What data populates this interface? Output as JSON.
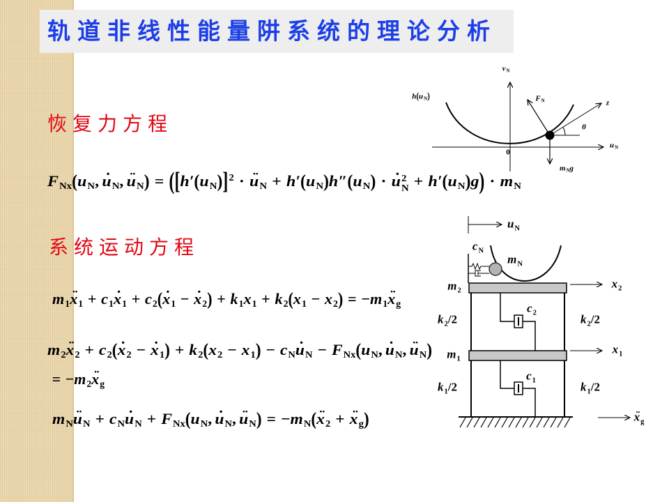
{
  "title": "轨道非线性能量阱系统的理论分析",
  "headings": {
    "restoring_force": "恢复力方程",
    "motion": "系统运动方程"
  },
  "colors": {
    "title": "#1c3ee6",
    "heading": "#e30613",
    "strip": "#e9d5a9",
    "title_bg": "#eeeeee"
  },
  "equations": {
    "restoring_force": [
      {
        "b": "F",
        "s": "Nx"
      },
      {
        "o": "("
      },
      {
        "b": "u",
        "s": "N"
      },
      {
        "o": ","
      },
      {
        "b": "u",
        "a": "˙",
        "s": "N"
      },
      {
        "o": ","
      },
      {
        "b": "u",
        "a": "¨",
        "s": "N"
      },
      {
        "o": ")"
      },
      {
        "o": "="
      },
      {
        "o": "("
      },
      {
        "o": "["
      },
      {
        "b": "h′"
      },
      {
        "o": "("
      },
      {
        "b": "u",
        "s": "N"
      },
      {
        "o": ")"
      },
      {
        "o": "]",
        "p": "2"
      },
      {
        "o": "·"
      },
      {
        "b": "u",
        "a": "¨",
        "s": "N"
      },
      {
        "o": "+"
      },
      {
        "b": "h′"
      },
      {
        "o": "("
      },
      {
        "b": "u",
        "s": "N"
      },
      {
        "o": ")"
      },
      {
        "b": "h″"
      },
      {
        "o": "("
      },
      {
        "b": "u",
        "s": "N"
      },
      {
        "o": ")"
      },
      {
        "o": "·"
      },
      {
        "b": "u",
        "a": "˙",
        "s": "N",
        "p": "2"
      },
      {
        "o": "+"
      },
      {
        "b": "h′"
      },
      {
        "o": "("
      },
      {
        "b": "u",
        "s": "N"
      },
      {
        "o": ")"
      },
      {
        "b": "g"
      },
      {
        "o": ")"
      },
      {
        "o": "·"
      },
      {
        "b": "m",
        "s": "N"
      }
    ],
    "motion_structure_1": [
      {
        "b": "m",
        "s": "1"
      },
      {
        "b": "x",
        "a": "¨",
        "s": "1"
      },
      {
        "o": "+"
      },
      {
        "b": "c",
        "s": "1"
      },
      {
        "b": "x",
        "a": "˙",
        "s": "1"
      },
      {
        "o": "+"
      },
      {
        "b": "c",
        "s": "2"
      },
      {
        "o": "("
      },
      {
        "b": "x",
        "a": "˙",
        "s": "1"
      },
      {
        "o": "−"
      },
      {
        "b": "x",
        "a": "˙",
        "s": "2"
      },
      {
        "o": ")"
      },
      {
        "o": "+"
      },
      {
        "b": "k",
        "s": "1"
      },
      {
        "b": "x",
        "s": "1"
      },
      {
        "o": "+"
      },
      {
        "b": "k",
        "s": "2"
      },
      {
        "o": "("
      },
      {
        "b": "x",
        "s": "1"
      },
      {
        "o": "−"
      },
      {
        "b": "x",
        "s": "2"
      },
      {
        "o": ")"
      },
      {
        "o": "="
      },
      {
        "o": "−"
      },
      {
        "b": "m",
        "s": "1"
      },
      {
        "b": "x",
        "a": "¨",
        "s": "g"
      }
    ],
    "motion_structure_2_line1": [
      {
        "b": "m",
        "s": "2"
      },
      {
        "b": "x",
        "a": "¨",
        "s": "2"
      },
      {
        "o": "+"
      },
      {
        "b": "c",
        "s": "2"
      },
      {
        "o": "("
      },
      {
        "b": "x",
        "a": "˙",
        "s": "2"
      },
      {
        "o": "−"
      },
      {
        "b": "x",
        "a": "˙",
        "s": "1"
      },
      {
        "o": ")"
      },
      {
        "o": "+"
      },
      {
        "b": "k",
        "s": "2"
      },
      {
        "o": "("
      },
      {
        "b": "x",
        "s": "2"
      },
      {
        "o": "−"
      },
      {
        "b": "x",
        "s": "1"
      },
      {
        "o": ")"
      },
      {
        "o": "−"
      },
      {
        "b": "c",
        "s": "N"
      },
      {
        "b": "u",
        "a": "˙",
        "s": "N"
      },
      {
        "o": "−"
      },
      {
        "b": "F",
        "s": "Nx"
      },
      {
        "o": "("
      },
      {
        "b": "u",
        "s": "N"
      },
      {
        "o": ","
      },
      {
        "b": "u",
        "a": "˙",
        "s": "N"
      },
      {
        "o": ","
      },
      {
        "b": "u",
        "a": "¨",
        "s": "N"
      },
      {
        "o": ")"
      }
    ],
    "motion_structure_2_line2": [
      {
        "o": "="
      },
      {
        "o": "−"
      },
      {
        "b": "m",
        "s": "2"
      },
      {
        "b": "x",
        "a": "¨",
        "s": "g"
      }
    ],
    "motion_track": [
      {
        "b": "m",
        "s": "N"
      },
      {
        "b": "u",
        "a": "¨",
        "s": "N"
      },
      {
        "o": "+"
      },
      {
        "b": "c",
        "s": "N"
      },
      {
        "b": "u",
        "a": "˙",
        "s": "N"
      },
      {
        "o": "+"
      },
      {
        "b": "F",
        "s": "Nx"
      },
      {
        "o": "("
      },
      {
        "b": "u",
        "s": "N"
      },
      {
        "o": ","
      },
      {
        "b": "u",
        "a": "˙",
        "s": "N"
      },
      {
        "o": ","
      },
      {
        "b": "u",
        "a": "¨",
        "s": "N"
      },
      {
        "o": ")"
      },
      {
        "o": "="
      },
      {
        "o": "−"
      },
      {
        "b": "m",
        "s": "N"
      },
      {
        "o": "("
      },
      {
        "b": "x",
        "a": "¨",
        "s": "2"
      },
      {
        "o": "+"
      },
      {
        "b": "x",
        "a": "¨",
        "s": "g"
      },
      {
        "o": ")"
      }
    ]
  },
  "track_diagram": {
    "v_axis": [
      {
        "b": "v",
        "s": "N"
      }
    ],
    "curve": [
      {
        "b": "h"
      },
      {
        "o": "("
      },
      {
        "b": "u",
        "s": "N"
      },
      {
        "o": ")"
      }
    ],
    "force": [
      {
        "b": "F",
        "s": "N"
      }
    ],
    "z_axis": [
      {
        "b": "z"
      }
    ],
    "angle": [
      {
        "b": "θ"
      }
    ],
    "u_axis": [
      {
        "b": "u",
        "s": "N"
      }
    ],
    "origin": [
      {
        "o": "0"
      }
    ],
    "gravity": [
      {
        "b": "m",
        "s": "N"
      },
      {
        "b": "g"
      }
    ]
  },
  "structure_diagram": {
    "displacement_N": [
      {
        "b": "u",
        "s": "N"
      }
    ],
    "damper_N": [
      {
        "b": "c",
        "s": "N"
      }
    ],
    "mass_N": [
      {
        "b": "m",
        "s": "N"
      }
    ],
    "mass_2": [
      {
        "b": "m",
        "s": "2"
      }
    ],
    "displacement_2": [
      {
        "b": "x",
        "s": "2"
      }
    ],
    "damper_2": [
      {
        "b": "c",
        "s": "2"
      }
    ],
    "stiffness_2_left": [
      {
        "b": "k",
        "s": "2"
      },
      {
        "o": "/2"
      }
    ],
    "stiffness_2_right": [
      {
        "b": "k",
        "s": "2"
      },
      {
        "o": "/2"
      }
    ],
    "mass_1": [
      {
        "b": "m",
        "s": "1"
      }
    ],
    "displacement_1": [
      {
        "b": "x",
        "s": "1"
      }
    ],
    "damper_1": [
      {
        "b": "c",
        "s": "1"
      }
    ],
    "stiffness_1_left": [
      {
        "b": "k",
        "s": "1"
      },
      {
        "o": "/2"
      }
    ],
    "stiffness_1_right": [
      {
        "b": "k",
        "s": "1"
      },
      {
        "o": "/2"
      }
    ],
    "ground_acceleration": [
      {
        "b": "x",
        "a": "¨",
        "s": "g"
      }
    ]
  }
}
